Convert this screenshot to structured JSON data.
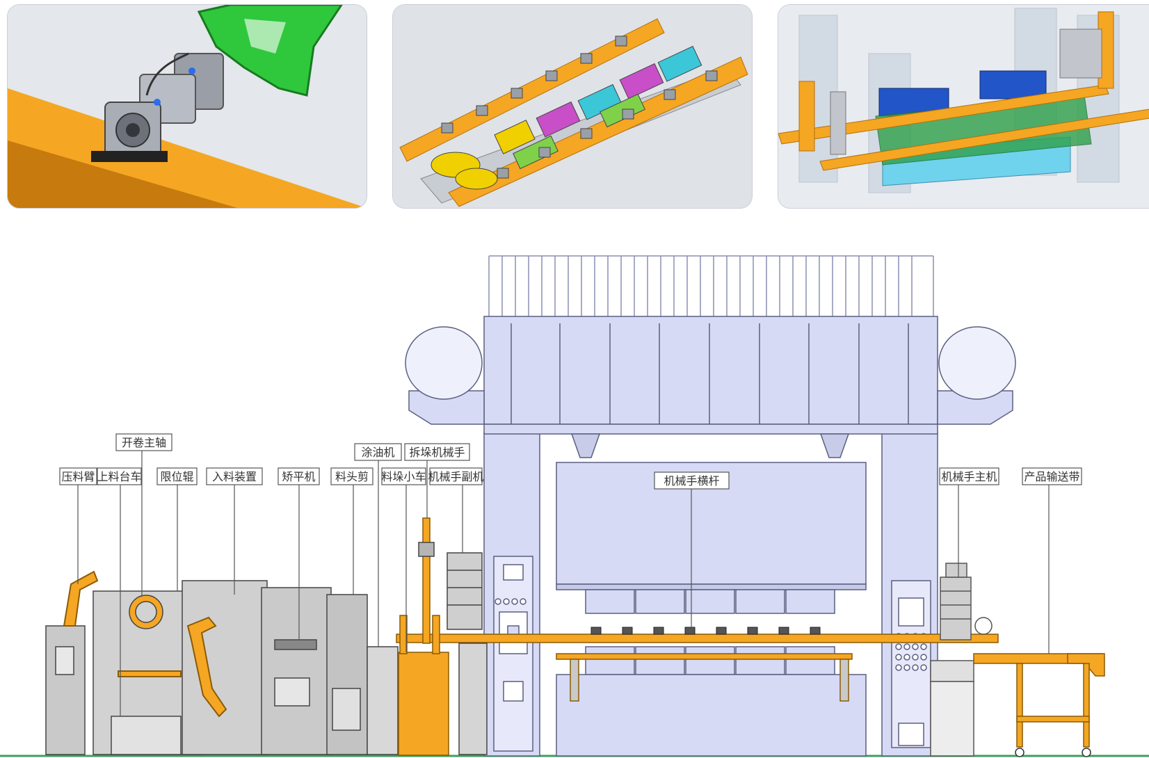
{
  "colors": {
    "accent_orange": "#f5a623",
    "machine_lavender": "#d6daf5",
    "machine_grey": "#c9c9c9",
    "robot_green": "#2fc83c",
    "floor_line": "#3aa25a"
  },
  "renders": [
    {
      "id": "gripper-closeup"
    },
    {
      "id": "crossbar-tooling-top"
    },
    {
      "id": "transfer-system-in-press"
    }
  ],
  "labels": {
    "press_arm": "压料臂",
    "loading_cart": "上料台车",
    "uncoiler_spindle": "开卷主轴",
    "limit_roller": "限位辊",
    "feed_device": "入料装置",
    "straightener": "矫平机",
    "head_shear": "料头剪",
    "oiler": "涂油机",
    "stack_cart": "料垛小车",
    "destacker_robot": "拆垛机械手",
    "robot_secondary": "机械手副机",
    "robot_crossbar": "机械手横杆",
    "robot_main": "机械手主机",
    "product_conveyor": "产品输送带"
  }
}
